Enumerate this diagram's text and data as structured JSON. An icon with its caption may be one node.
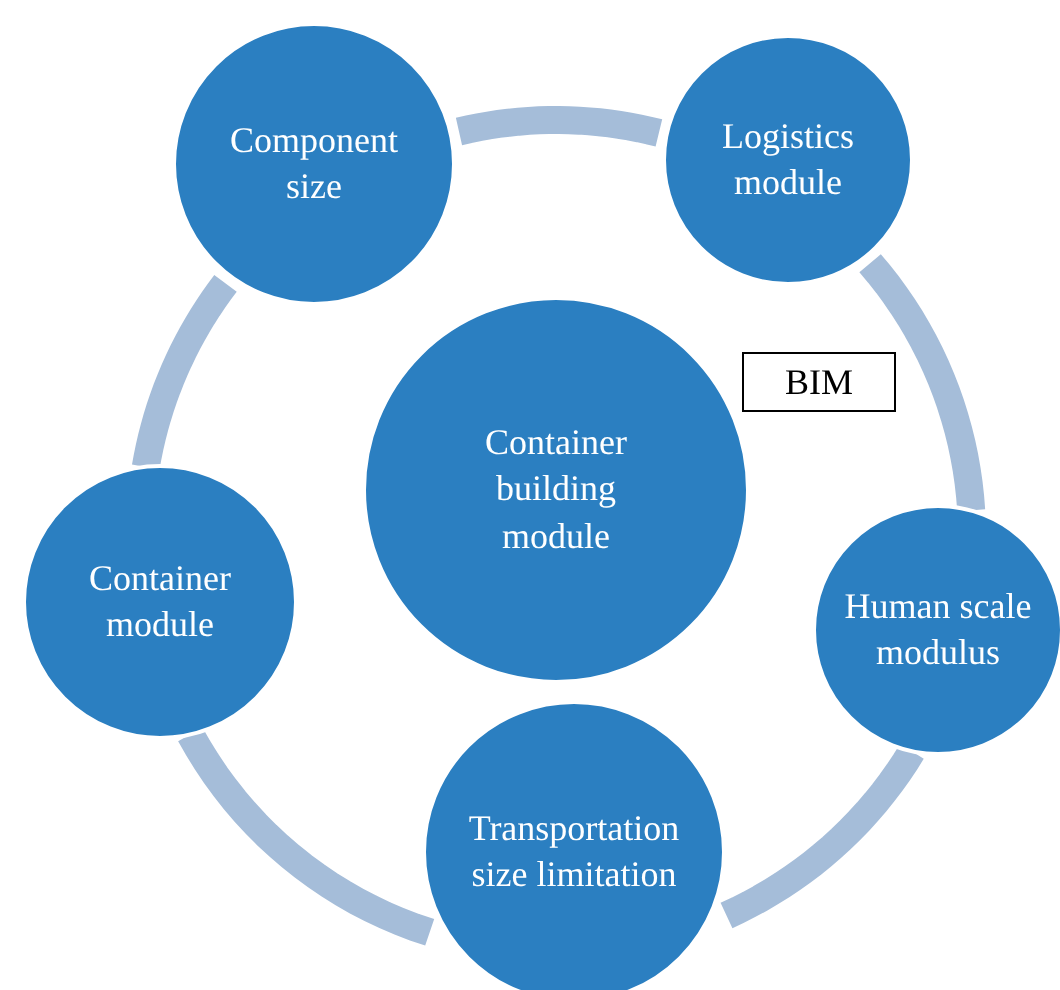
{
  "diagram": {
    "nodes": [
      {
        "text": [
          "Component size"
        ]
      },
      {
        "text": [
          "Logistics module"
        ]
      },
      {
        "text": [
          "BIM"
        ]
      },
      {
        "text": [
          "Container building module"
        ]
      },
      {
        "text": [
          "Container module"
        ]
      },
      {
        "text": [
          "Human scale modulus"
        ]
      },
      {
        "text": [
          "Transportation size limitation"
        ]
      }
    ],
    "edges": [
      {
        "from": 0,
        "to": 1,
        "arrow": "none"
      },
      {
        "from": 1,
        "to": 5,
        "arrow": "none"
      },
      {
        "from": 5,
        "to": 6,
        "arrow": "none"
      },
      {
        "from": 6,
        "to": 4,
        "arrow": "none"
      },
      {
        "from": 4,
        "to": 0,
        "arrow": "none"
      }
    ]
  }
}
